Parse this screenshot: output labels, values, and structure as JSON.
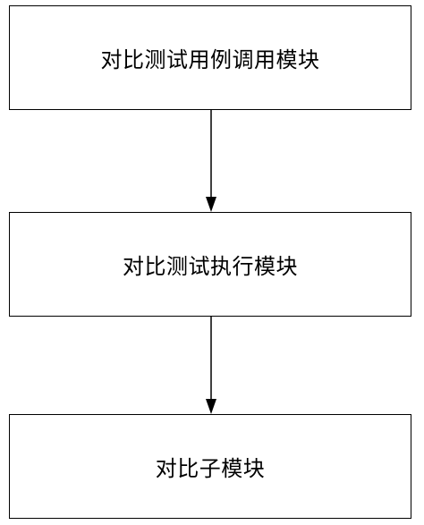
{
  "diagram": {
    "boxes": [
      {
        "label": "对比测试用例调用模块"
      },
      {
        "label": "对比测试执行模块"
      },
      {
        "label": "对比子模块"
      }
    ],
    "stroke_color": "#000000",
    "background_color": "#ffffff"
  }
}
